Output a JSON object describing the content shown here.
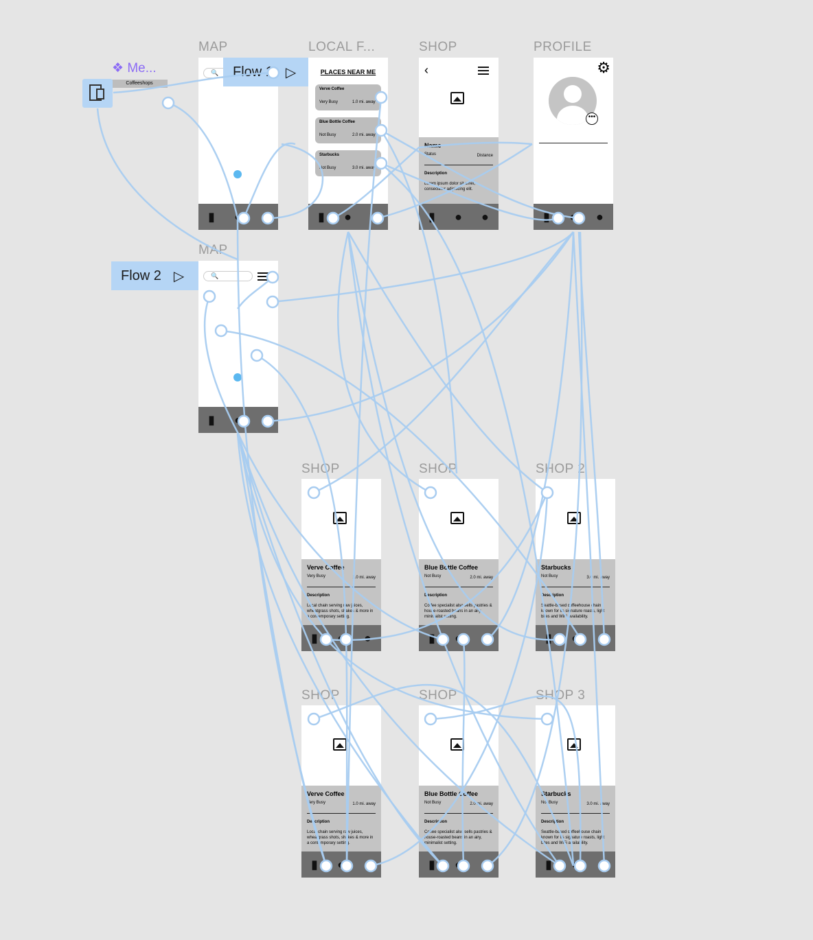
{
  "colors": {
    "canvas": "#e5e5e5",
    "connector": "#a8ccf0",
    "flow_button": "#b5d5f5",
    "navbar": "#6e6e6e",
    "info_panel": "#c4c4c4",
    "component": "#8c6cf5"
  },
  "frames": {
    "map1_label": "MAP",
    "local_label": "LOCAL F...",
    "shop_label": "SHOP",
    "profile_label": "PROFILE",
    "map2_label": "MAP",
    "shop_r1_labels": [
      "SHOP",
      "SHOP",
      "SHOP 2"
    ],
    "shop_r2_labels": [
      "SHOP",
      "SHOP",
      "SHOP 3"
    ]
  },
  "component": {
    "name": "Me...",
    "sub": "Coffeeshops"
  },
  "flows": {
    "flow1": "Flow 1",
    "flow2": "Flow 2"
  },
  "local": {
    "title": "PLACES NEAR ME",
    "cards": [
      {
        "name": "Verve Coffee",
        "status": "Very Busy",
        "dist": "1.0 mi. away"
      },
      {
        "name": "Blue Bottle Coffee",
        "status": "Not Busy",
        "dist": "2.0 mi. away"
      },
      {
        "name": "Starbucks",
        "status": "Not Busy",
        "dist": "3.0 mi. away"
      }
    ]
  },
  "shop_template": {
    "name": "Name",
    "status": "Status",
    "dist": "Distance",
    "desc_head": "Description",
    "desc": "Lorem ipsum dolor sit amet, consectetur adipiscing elit."
  },
  "shops": [
    {
      "name": "Verve Coffee",
      "status": "Very Busy",
      "dist": "1.0 mi. away",
      "desc_head": "Description",
      "desc": "Local chain serving raw juices, wheatgrass shots, shakes & more in a contemporary setting."
    },
    {
      "name": "Blue Bottle Coffee",
      "status": "Not Busy",
      "dist": "2.0 mi. away",
      "desc_head": "Description",
      "desc": "Coffee specialist also sells pastries & house-roasted beans in an airy, minimalist setting."
    },
    {
      "name": "Starbucks",
      "status": "Not Busy",
      "dist": "3.0 mi. away",
      "desc_head": "Description",
      "desc": "Seattle-based coffeehouse chain known for its signature roasts, light bites and WiFi availability."
    }
  ],
  "icons": {
    "map": "map-icon",
    "pin": "pin-icon",
    "profile": "user-icon",
    "image": "image-icon",
    "gear": "gear-icon",
    "back": "back-icon",
    "menu": "menu-icon",
    "search": "search-icon",
    "play": "play-icon"
  }
}
